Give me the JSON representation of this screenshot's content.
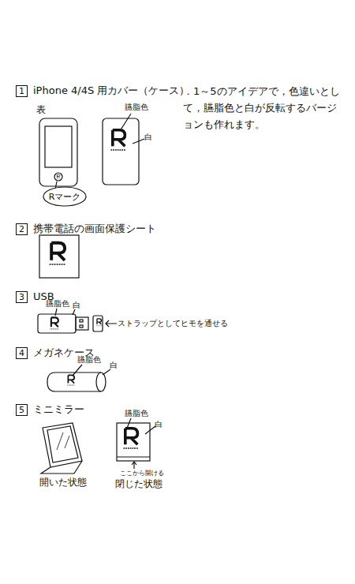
{
  "diagram": {
    "nodes": [
      {
        "text": [
          "1"
        ]
      },
      {
        "text": [
          "Rマーク"
        ]
      },
      {
        "text": [
          "2"
        ]
      },
      {
        "text": [
          "3"
        ]
      },
      {
        "text": [
          "4"
        ]
      },
      {
        "text": [
          "5"
        ]
      }
    ],
    "labels": [
      "iPhone 4/4S 用カバー（ケース）",
      "．1～5のアイデアで，色違いとして，臙脂色と白が反転するバージョンも作れます。",
      "表",
      "臙脂色",
      "白",
      "携帯電話の画面保護シート",
      "USB",
      "臙脂色",
      "白",
      "ストラップとしてヒモを通せる",
      "メガネケース",
      "臙脂色",
      "白",
      "ミニミラー",
      "臙脂色",
      "白",
      "開いた状態",
      "ここから開ける",
      "閉じた状態"
    ]
  }
}
